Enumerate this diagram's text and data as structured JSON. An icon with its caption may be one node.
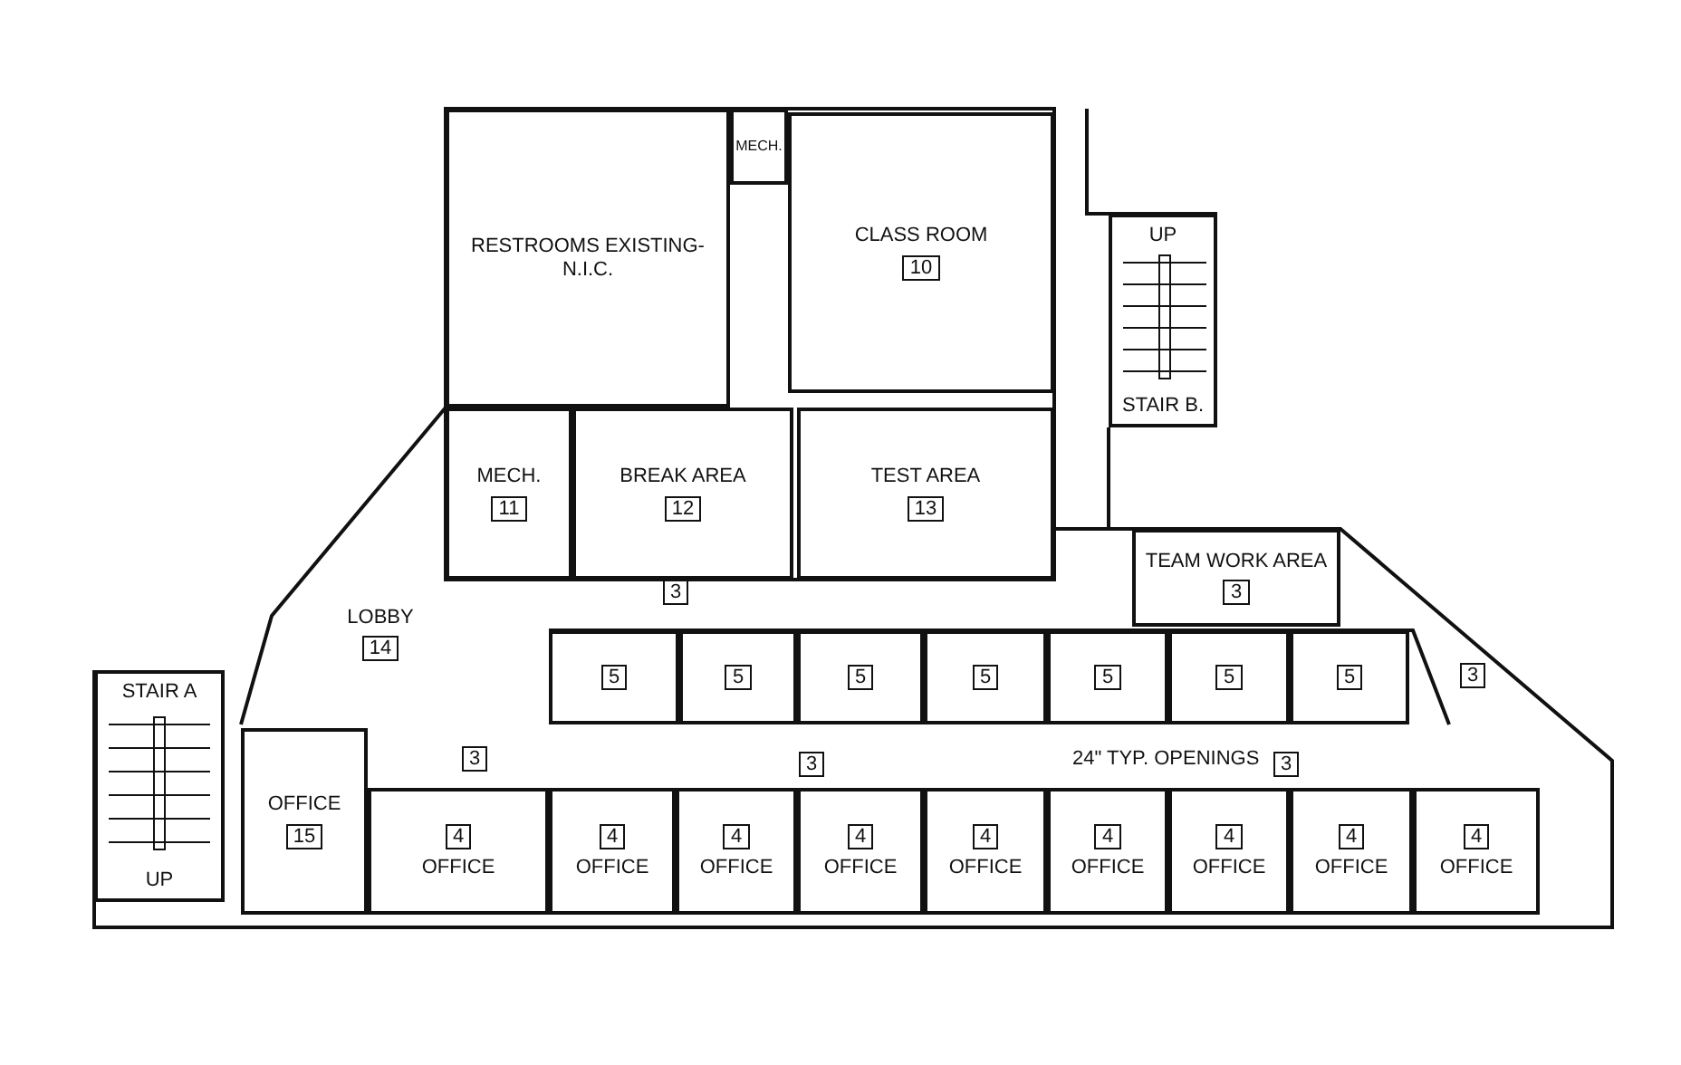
{
  "diagram": {
    "nodes": [
      {
        "text": [
          "RESTROOMS EXISTING-N.I.C."
        ]
      },
      {
        "text": [
          "MECH."
        ]
      },
      {
        "text": [
          "CLASS ROOM",
          "10"
        ]
      },
      {
        "text": [
          "UP",
          "STAIR B."
        ]
      },
      {
        "text": [
          "MECH.",
          "11"
        ]
      },
      {
        "text": [
          "BREAK AREA",
          "12"
        ]
      },
      {
        "text": [
          "TEST AREA",
          "13"
        ]
      },
      {
        "text": [
          "TEAM WORK AREA",
          "3"
        ]
      },
      {
        "text": [
          "LOBBY",
          "14"
        ]
      },
      {
        "text": [
          "5"
        ]
      },
      {
        "text": [
          "5"
        ]
      },
      {
        "text": [
          "5"
        ]
      },
      {
        "text": [
          "5"
        ]
      },
      {
        "text": [
          "5"
        ]
      },
      {
        "text": [
          "5"
        ]
      },
      {
        "text": [
          "5"
        ]
      },
      {
        "text": [
          "STAIR A",
          "UP"
        ]
      },
      {
        "text": [
          "OFFICE",
          "15"
        ]
      },
      {
        "text": [
          "4",
          "OFFICE"
        ]
      },
      {
        "text": [
          "4",
          "OFFICE"
        ]
      },
      {
        "text": [
          "4",
          "OFFICE"
        ]
      },
      {
        "text": [
          "4",
          "OFFICE"
        ]
      },
      {
        "text": [
          "4",
          "OFFICE"
        ]
      },
      {
        "text": [
          "4",
          "OFFICE"
        ]
      },
      {
        "text": [
          "4",
          "OFFICE"
        ]
      },
      {
        "text": [
          "4",
          "OFFICE"
        ]
      },
      {
        "text": [
          "4",
          "OFFICE"
        ]
      }
    ],
    "labels": [
      "3",
      "3",
      "24\" TYP. OPENINGS",
      "3",
      "3",
      "3"
    ]
  }
}
